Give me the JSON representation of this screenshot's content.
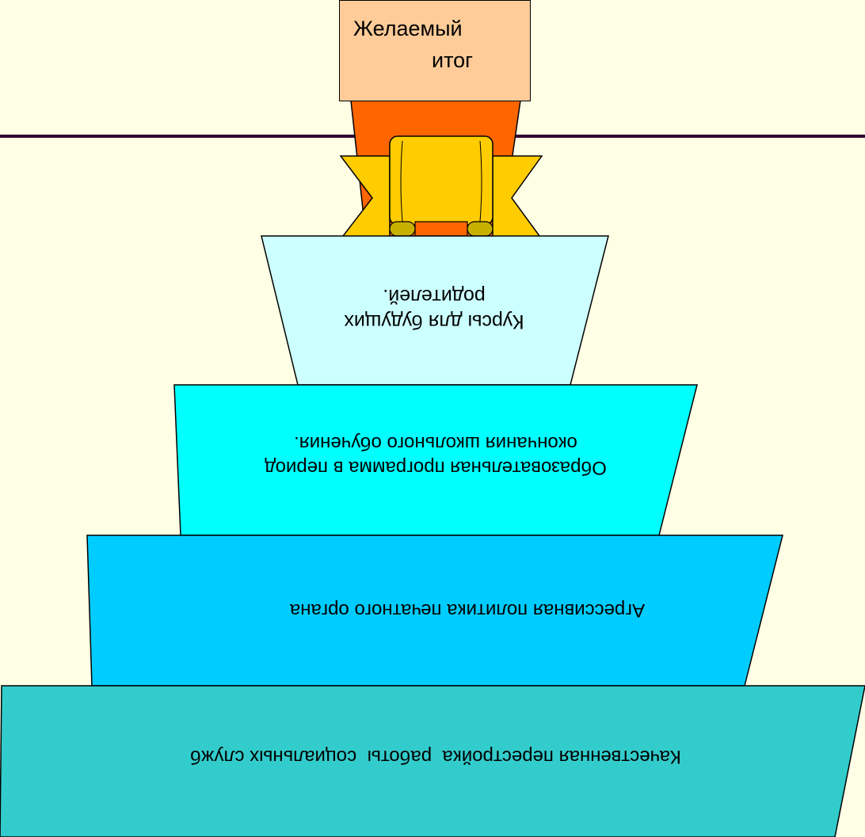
{
  "goal": {
    "line1": "Желаемый",
    "line2": "итог"
  },
  "levels": [
    {
      "lines": [
        "Курсы для будущих",
        "родителей."
      ]
    },
    {
      "lines": [
        "Образовательная программа в период",
        "окончания школьного обучения."
      ]
    },
    {
      "lines": [
        "Агрессивная политика печатного органа"
      ]
    },
    {
      "lines": [
        "Качественная перестройка  работы  социальных служб"
      ]
    }
  ],
  "colors": {
    "background": "#ffffe5",
    "goal_box": "#ffcc99",
    "stem": "#ff6600",
    "ribbon": "#ffcc00",
    "level_1": "#ccffff",
    "level_2": "#00ffff",
    "level_3": "#00ccff",
    "level_4": "#33cccc",
    "rule": "#330033"
  },
  "icons": [
    "scroll-ribbon-icon"
  ]
}
